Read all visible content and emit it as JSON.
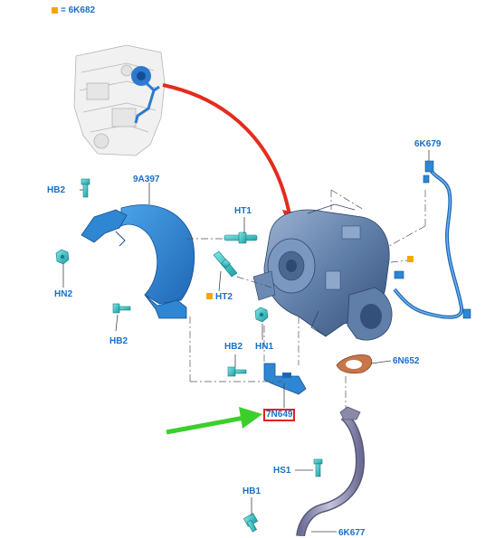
{
  "legend": {
    "text": "= 6K682",
    "marker_color": "#f7a600"
  },
  "labels": {
    "hb2_a": "HB2",
    "hn2": "HN2",
    "hb2_b": "HB2",
    "p9a397": "9A397",
    "ht1": "HT1",
    "ht2": "HT2",
    "hn1": "HN1",
    "hb2_c": "HB2",
    "p6k679": "6K679",
    "p6n652": "6N652",
    "p7n649": "7N649",
    "hs1": "HS1",
    "hb1": "HB1",
    "p6k677": "6K677"
  },
  "colors": {
    "label": "#1a6fc9",
    "part_blue": "#2f86d3",
    "part_cyan": "#34c6c8",
    "arrow_red": "#e52b1d",
    "arrow_green": "#3ccf2c",
    "highlight_box": "#e02020",
    "gasket": "#c8754a",
    "pipe_grey": "#8a8aa8"
  }
}
